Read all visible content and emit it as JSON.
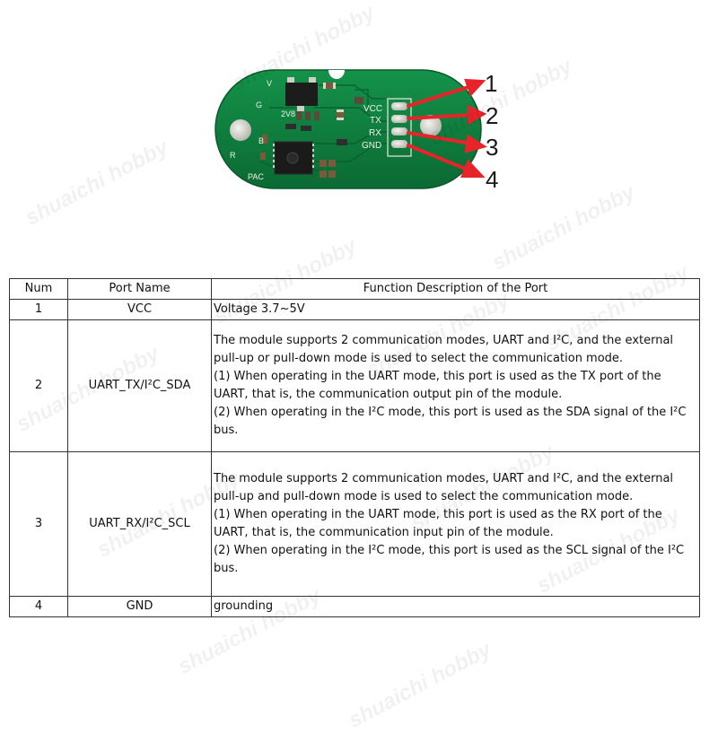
{
  "pcb": {
    "pin_labels": [
      "VCC",
      "TX",
      "RX",
      "GND"
    ],
    "pin_numbers": [
      "1",
      "2",
      "3",
      "4"
    ],
    "silkscreen": [
      "V",
      "G",
      "2V8",
      "B",
      "R",
      "PAC"
    ],
    "arrow_color": "#e8242a",
    "board_color": "#0f7a3c"
  },
  "watermark": "shuaichi hobby",
  "table": {
    "headers": [
      "Num",
      "Port Name",
      "Function Description of the Port"
    ],
    "rows": [
      {
        "num": "1",
        "name": "VCC",
        "desc": [
          "Voltage 3.7~5V"
        ]
      },
      {
        "num": "2",
        "name": "UART_TX/I²C_SDA",
        "desc": [
          "The module supports 2 communication modes, UART and I²C, and the external",
          "pull-up or pull-down mode is used to select the communication mode.",
          "(1) When operating in the UART mode, this port is used as the TX port of the",
          "UART, that is, the communication output pin of the module.",
          "(2) When operating in the I²C mode, this port is used as the SDA signal of the I²C",
          "bus."
        ]
      },
      {
        "num": "3",
        "name": "UART_RX/I²C_SCL",
        "desc": [
          "The module supports 2 communication modes, UART and I²C, and the external",
          "pull-up and pull-down mode is used to select the communication mode.",
          "(1) When operating in the UART mode, this port is used as the RX port of the",
          "UART, that is, the communication input pin of the module.",
          "(2) When operating in the I²C mode, this port is used as the SCL signal of the I²C",
          "bus."
        ]
      },
      {
        "num": "4",
        "name": "GND",
        "desc": [
          "grounding"
        ]
      }
    ]
  }
}
